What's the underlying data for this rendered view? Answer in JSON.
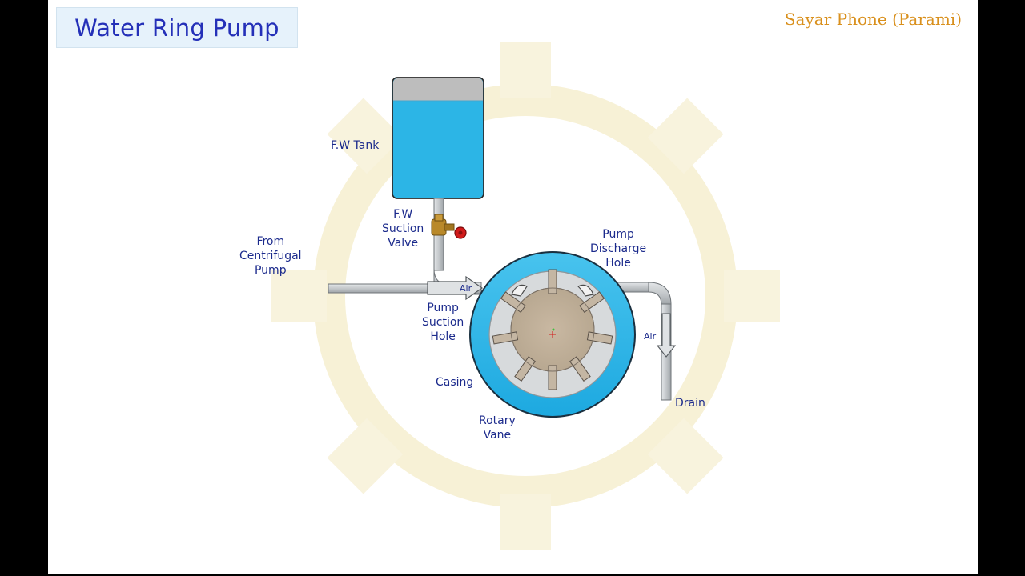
{
  "title": "Water Ring Pump",
  "brand": "Sayar Phone (Parami)",
  "labels": {
    "fw_tank": "F.W Tank",
    "fw_suction_valve": "F.W\nSuction\nValve",
    "from_centrifugal_pump": "From\nCentrifugal\nPump",
    "pump_discharge_hole": "Pump\nDischarge\nHole",
    "pump_suction_hole": "Pump\nSuction\nHole",
    "casing": "Casing",
    "rotary_vane": "Rotary\nVane",
    "drain": "Drain",
    "air_inlet": "Air",
    "air_outlet": "Air"
  },
  "colors": {
    "title_text": "#2430b8",
    "brand_text": "#d9901d",
    "label_text": "#1b2a8c",
    "water": "#2cb5e6",
    "casing_ring": "#3fb8ec",
    "rotor": "#c8b9a6",
    "pipe": "#c9cdd0",
    "valve_handle": "#d21a1a",
    "valve_body": "#b9892a",
    "watermark": "#f7f1d6"
  }
}
